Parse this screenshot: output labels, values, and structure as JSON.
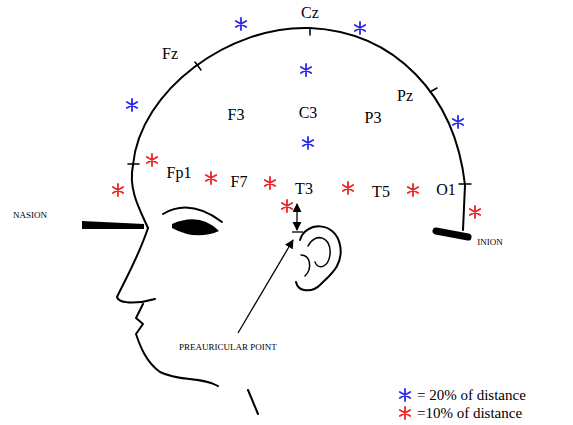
{
  "diagram": {
    "labels": [
      "Cz",
      "Fz",
      "Pz",
      "F3",
      "C3",
      "P3",
      "Fp1",
      "F7",
      "T3",
      "T5",
      "O1",
      "NASION",
      "INION",
      "PREAURICULAR POINT"
    ],
    "legend": [
      {
        "text": "= 20% of distance",
        "color": "#2a2ae6"
      },
      {
        "text": "=10% of distance",
        "color": "#ee2222"
      }
    ]
  }
}
